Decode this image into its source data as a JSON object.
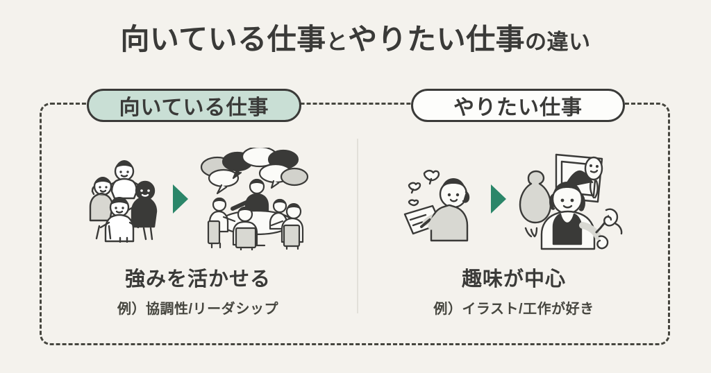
{
  "page": {
    "title_main_1": "向いている仕事",
    "title_small_1": "と",
    "title_main_2": "やりたい仕事",
    "title_small_2": "の違い",
    "background_color": "#F4F2ED",
    "text_color": "#3A3A38",
    "accent_green": "#2B8669",
    "badge_mint": "#C9DFD5",
    "frame_border_color": "#46463F",
    "divider_color": "#E2E0D9"
  },
  "columns": [
    {
      "badge_label": "向いている仕事",
      "badge_style": "mint-filled",
      "illustration_before": "group-of-people-holding-hands-illustration",
      "arrow": "green-right-triangle-arrow",
      "illustration_after": "team-meeting-with-speech-bubbles-illustration",
      "caption_main": "強みを活かせる",
      "caption_sub": "例）協調性/リーダシップ"
    },
    {
      "badge_label": "やりたい仕事",
      "badge_style": "white-outlined",
      "illustration_before": "person-drawing-illustration-with-birds",
      "arrow": "green-right-triangle-arrow",
      "illustration_after": "person-with-handmade-crafts-vase-and-framed-art",
      "caption_main": "趣味が中心",
      "caption_sub": "例）イラスト/工作が好き"
    }
  ]
}
